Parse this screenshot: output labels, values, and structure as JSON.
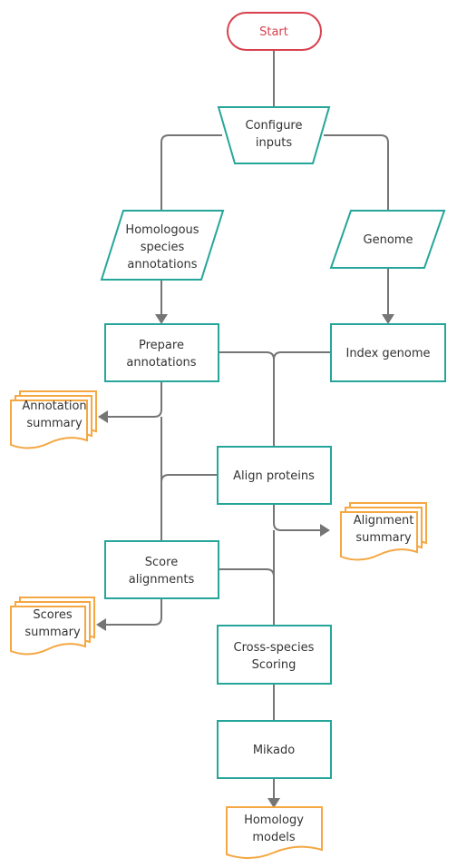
{
  "nodes": {
    "start": {
      "lines": [
        "Start"
      ]
    },
    "configure_inputs": {
      "lines": [
        "Configure",
        "inputs"
      ]
    },
    "homologous_annotations": {
      "lines": [
        "Homologous",
        "species",
        "annotations"
      ]
    },
    "genome": {
      "lines": [
        "Genome"
      ]
    },
    "prepare_annotations": {
      "lines": [
        "Prepare",
        "annotations"
      ]
    },
    "index_genome": {
      "lines": [
        "Index genome"
      ]
    },
    "annotation_summary": {
      "lines": [
        "Annotation",
        "summary"
      ]
    },
    "align_proteins": {
      "lines": [
        "Align proteins"
      ]
    },
    "alignment_summary": {
      "lines": [
        "Alignment",
        "summary"
      ]
    },
    "score_alignments": {
      "lines": [
        "Score",
        "alignments"
      ]
    },
    "scores_summary": {
      "lines": [
        "Scores",
        "summary"
      ]
    },
    "cross_species_scoring": {
      "lines": [
        "Cross-species",
        "Scoring"
      ]
    },
    "mikado": {
      "lines": [
        "Mikado"
      ]
    },
    "homology_models": {
      "lines": [
        "Homology",
        "models"
      ]
    }
  },
  "colors": {
    "process_border": "#26a69a",
    "output_border": "#f5a742",
    "start_border": "#d9404f",
    "connector": "#757575",
    "text": "#333333"
  }
}
